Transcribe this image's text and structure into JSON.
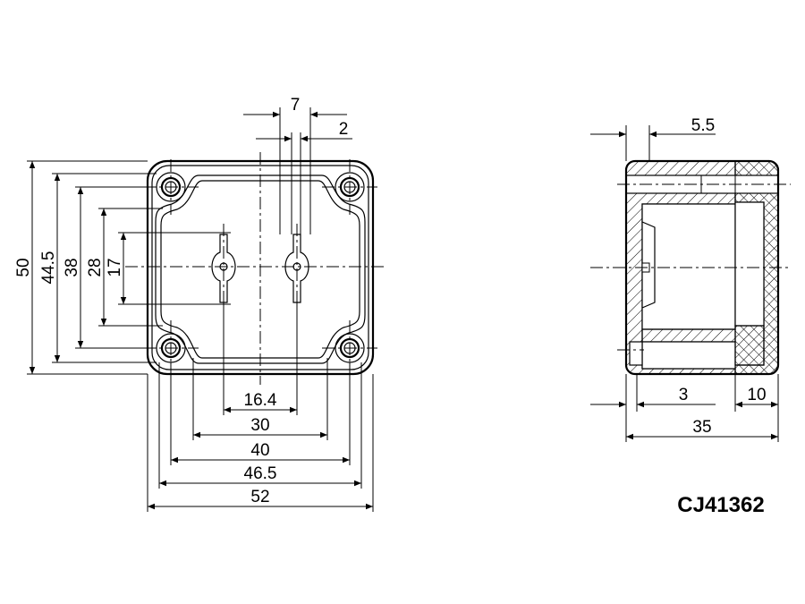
{
  "part_number": "CJ41362",
  "front_view": {
    "vertical_dims": [
      "50",
      "44.5",
      "38",
      "28",
      "17"
    ],
    "horizontal_dims": [
      "16.4",
      "30",
      "40",
      "46.5",
      "52"
    ],
    "top_dims": [
      "7",
      "2"
    ]
  },
  "side_view": {
    "top_dim": "5.5",
    "bottom_dims": [
      "3",
      "10",
      "35"
    ]
  }
}
